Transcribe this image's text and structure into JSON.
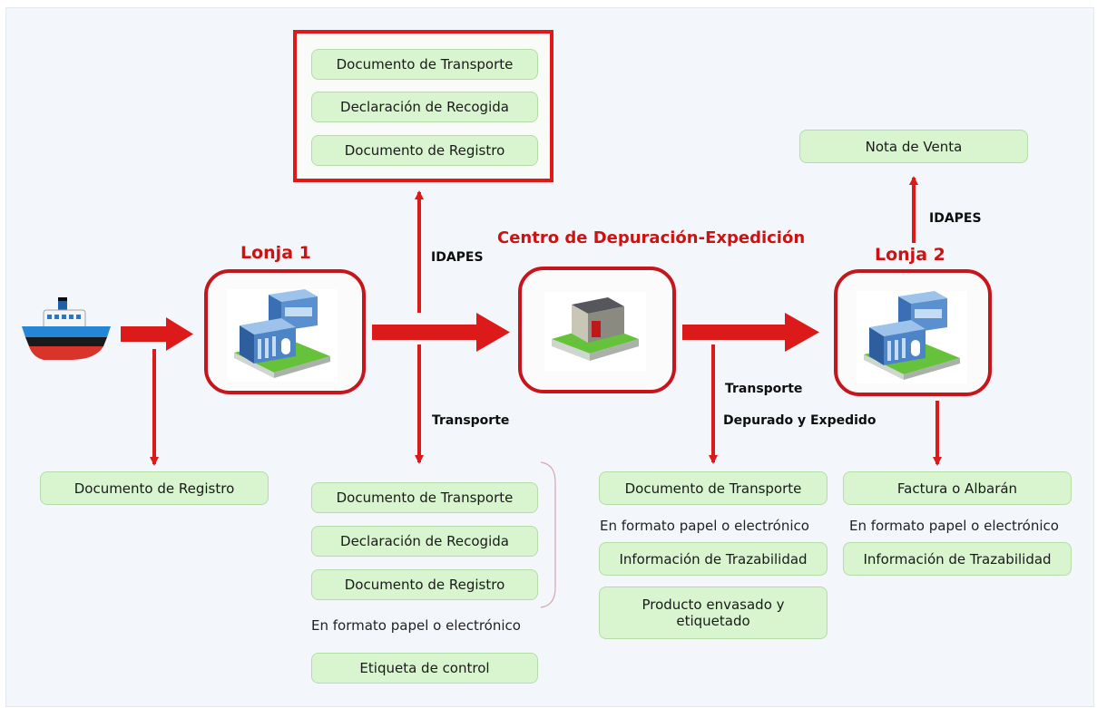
{
  "titles": {
    "lonja1": "Lonja 1",
    "centro": "Centro de Depuración-Expedición",
    "lonja2": "Lonja 2"
  },
  "labels": {
    "idapes_1": "IDAPES",
    "transporte_1": "Transporte",
    "idapes_2": "IDAPES",
    "transporte_2": "Transporte",
    "depurado": "Depurado y Expedido"
  },
  "top_highlighted_docs": [
    "Documento de Transporte",
    "Declaración de Recogida",
    "Documento de Registro"
  ],
  "ship_docs": {
    "registro": "Documento de Registro"
  },
  "lonja1_out_docs": {
    "items": [
      "Documento de Transporte",
      "Declaración de Recogida",
      "Documento de Registro"
    ],
    "format_note": "En formato papel o electrónico",
    "etiqueta": "Etiqueta de control"
  },
  "centro_out_docs": {
    "transporte": "Documento de Transporte",
    "format_note": "En formato papel o electrónico",
    "trazabilidad": "Información de Trazabilidad",
    "producto": "Producto envasado y etiquetado"
  },
  "lonja2_out_docs": {
    "factura": "Factura o Albarán",
    "format_note": "En formato papel o electrónico",
    "trazabilidad": "Información de Trazabilidad"
  },
  "nota_venta": "Nota de Venta",
  "colors": {
    "arrow": "#dd1a1a",
    "box_fill": "#d8f5cf",
    "box_border": "#b4dca7",
    "node_border": "#c6161c",
    "title": "#cc1212"
  },
  "icons": {
    "ship": "ship-icon",
    "lonja": "building-icon",
    "centro": "warehouse-icon"
  }
}
